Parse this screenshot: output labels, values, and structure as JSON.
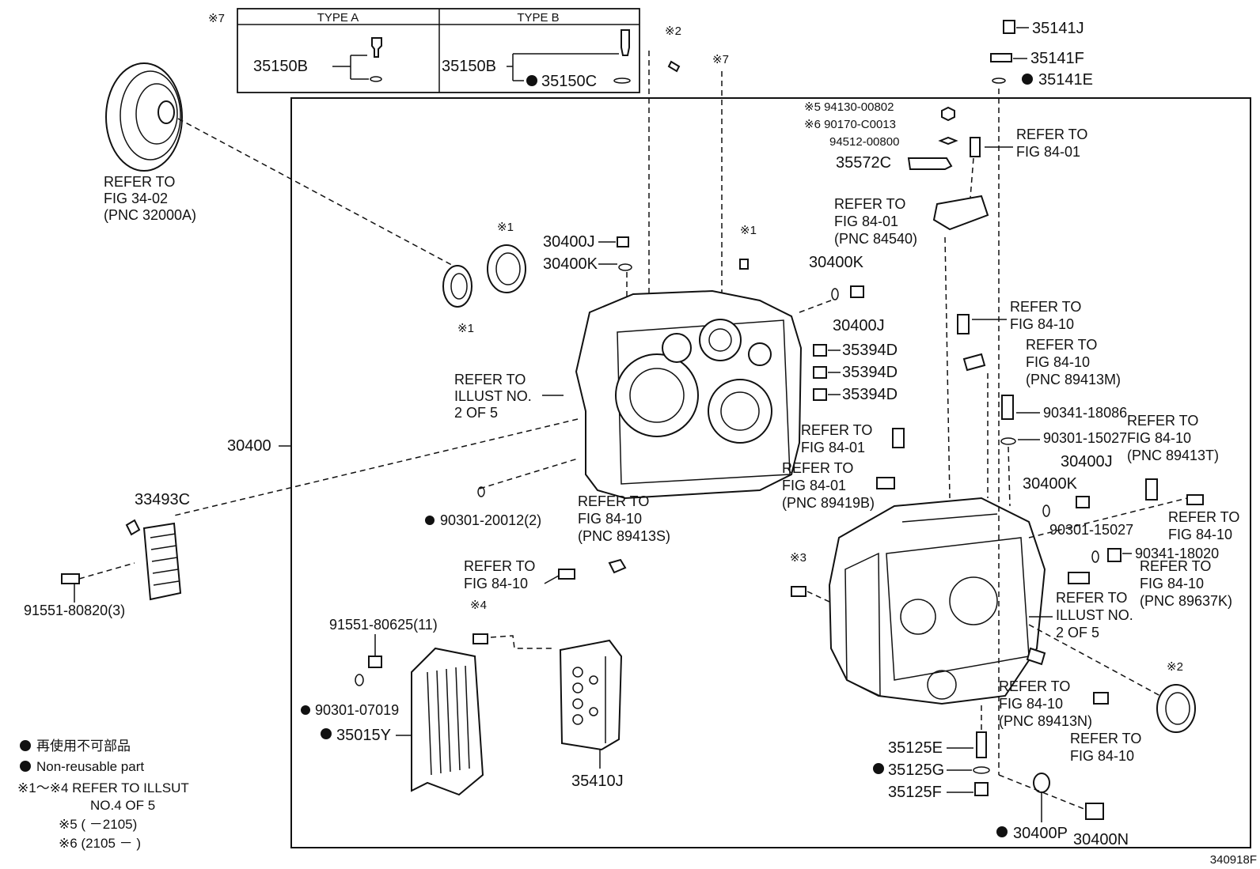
{
  "diagram": {
    "figure_number": "340918F",
    "type_table": {
      "note_mark": "※7",
      "type_a_header": "TYPE A",
      "type_b_header": "TYPE B",
      "type_a_part": "35150B",
      "type_b_part": "35150B",
      "type_b_subpart": "35150C"
    },
    "labels": {
      "converter_ref": [
        "REFER TO",
        "FIG 34-02",
        "(PNC 32000A)"
      ],
      "p_30400": "30400",
      "p_33493c": "33493C",
      "p_91551_80820": "91551-80820(3)",
      "mark1_top": "※1",
      "mark1_bottom": "※1",
      "p_30400j_top": "30400J",
      "p_30400k_top": "30400K",
      "mark2_top": "※2",
      "mark7_mid": "※7",
      "mark1_bolt": "※1",
      "illust_ref_left": [
        "REFER TO",
        "ILLUST NO.",
        "2 OF 5"
      ],
      "p_90301_20012": "90301-20012(2)",
      "fig8410_89413s": [
        "REFER TO",
        "FIG 84-10",
        "(PNC 89413S)"
      ],
      "fig8410_left": [
        "REFER TO",
        "FIG 84-10"
      ],
      "p_91551_80625": "91551-80625(11)",
      "mark4": "※4",
      "p_90301_07019": "90301-07019",
      "p_35015y": "35015Y",
      "p_35410j": "35410J",
      "p_30400k_mid": "30400K",
      "p_30400j_mid": "30400J",
      "p_35394d_1": "35394D",
      "p_35394d_2": "35394D",
      "p_35394d_3": "35394D",
      "fig8401_a": [
        "REFER TO",
        "FIG 84-01"
      ],
      "fig8401_89419b": [
        "REFER TO",
        "FIG 84-01",
        "(PNC 89419B)"
      ],
      "mark3": "※3",
      "mark5_code": "※5 94130-00802",
      "mark6_code": "※6 90170-C0013",
      "p_94512": "94512-00800",
      "p_35572c": "35572C",
      "fig8401_top": [
        "REFER TO",
        "FIG 84-01"
      ],
      "fig8401_84540": [
        "REFER TO",
        "FIG 84-01",
        "(PNC 84540)"
      ],
      "p_35141j": "35141J",
      "p_35141f": "35141F",
      "p_35141e": "35141E",
      "fig8410_r1": [
        "REFER TO",
        "FIG 84-10"
      ],
      "fig8410_89413m": [
        "REFER TO",
        "FIG 84-10",
        "(PNC 89413M)"
      ],
      "p_90341_18086": "90341-18086",
      "p_90301_15027_a": "90301-15027",
      "fig8410_89413t": [
        "REFER TO",
        "FIG 84-10",
        "(PNC 89413T)"
      ],
      "p_30400j_right": "30400J",
      "p_30400k_right": "30400K",
      "p_90301_15027_b": "90301-15027",
      "fig8410_r2": [
        "REFER TO",
        "FIG 84-10"
      ],
      "p_90341_18020": "90341-18020",
      "fig8410_89637k": [
        "REFER TO",
        "FIG 84-10",
        "(PNC 89637K)"
      ],
      "illust_ref_right": [
        "REFER TO",
        "ILLUST NO.",
        "2 OF 5"
      ],
      "mark2_right": "※2",
      "fig8410_89413n": [
        "REFER TO",
        "FIG 84-10",
        "(PNC 89413N)"
      ],
      "fig8410_r3": [
        "REFER TO",
        "FIG 84-10"
      ],
      "p_35125e": "35125E",
      "p_35125g": "35125G",
      "p_35125f": "35125F",
      "p_30400p": "30400P",
      "p_30400n": "30400N"
    },
    "legend": {
      "jp_non_reusable": "再使用不可部品",
      "non_reusable": "Non-reusable part",
      "note_1_4": [
        "※1～※4 REFER TO ILLSUT",
        "NO.4 OF 5"
      ],
      "note_5": "※5 (        －2105)",
      "note_6": "※6 (2105 －        )"
    }
  }
}
